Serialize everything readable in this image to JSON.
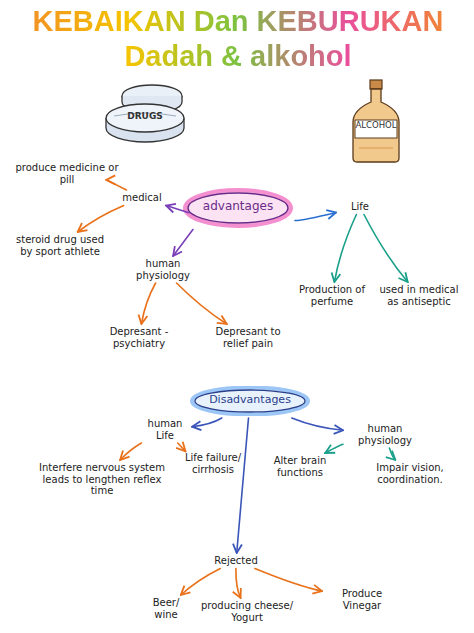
{
  "diagram": {
    "title": "KEBAIKAN Dan KEBURUKAN Dadah & alkohol",
    "nodes": [
      {
        "text": [
          "DRUGS"
        ]
      },
      {
        "text": [
          "ALCOHOL"
        ]
      },
      {
        "text": [
          "advantages"
        ]
      },
      {
        "text": [
          "medical"
        ]
      },
      {
        "text": [
          "produce medicine or pill"
        ]
      },
      {
        "text": [
          "steroid drug used by sport athlete"
        ]
      },
      {
        "text": [
          "Life"
        ]
      },
      {
        "text": [
          "human physiology"
        ]
      },
      {
        "text": [
          "Production of perfume"
        ]
      },
      {
        "text": [
          "used in medical as antiseptic"
        ]
      },
      {
        "text": [
          "Depresant - psychiatry"
        ]
      },
      {
        "text": [
          "Depresant to relief pain"
        ]
      },
      {
        "text": [
          "Disadvantages"
        ]
      },
      {
        "text": [
          "human Life"
        ]
      },
      {
        "text": [
          "human physiology"
        ]
      },
      {
        "text": [
          "Interfere nervous system leads to lengthen reflex time"
        ]
      },
      {
        "text": [
          "Life failure/ cirrhosis"
        ]
      },
      {
        "text": [
          "Alter brain functions"
        ]
      },
      {
        "text": [
          "Impair vision, coordination."
        ]
      },
      {
        "text": [
          "Rejected"
        ]
      },
      {
        "text": [
          "Beer/ wine"
        ]
      },
      {
        "text": [
          "producing cheese/ Yogurt"
        ]
      },
      {
        "text": [
          "Produce Vinegar"
        ]
      }
    ],
    "edges": [
      {
        "from": 2,
        "to": 3,
        "arrow": "to"
      },
      {
        "from": 3,
        "to": 4,
        "arrow": "to"
      },
      {
        "from": 3,
        "to": 5,
        "arrow": "to"
      },
      {
        "from": 2,
        "to": 6,
        "arrow": "to"
      },
      {
        "from": 6,
        "to": 8,
        "arrow": "to"
      },
      {
        "from": 6,
        "to": 9,
        "arrow": "to"
      },
      {
        "from": 2,
        "to": 7,
        "arrow": "to"
      },
      {
        "from": 7,
        "to": 10,
        "arrow": "to"
      },
      {
        "from": 7,
        "to": 11,
        "arrow": "to"
      },
      {
        "from": 12,
        "to": 13,
        "arrow": "to"
      },
      {
        "from": 12,
        "to": 14,
        "arrow": "to"
      },
      {
        "from": 13,
        "to": 15,
        "arrow": "to"
      },
      {
        "from": 13,
        "to": 16,
        "arrow": "to"
      },
      {
        "from": 14,
        "to": 17,
        "arrow": "to"
      },
      {
        "from": 14,
        "to": 18,
        "arrow": "to"
      },
      {
        "from": 12,
        "to": 19,
        "arrow": "to"
      },
      {
        "from": 19,
        "to": 20,
        "arrow": "to"
      },
      {
        "from": 19,
        "to": 21,
        "arrow": "to"
      },
      {
        "from": 19,
        "to": 22,
        "arrow": "to"
      }
    ]
  }
}
